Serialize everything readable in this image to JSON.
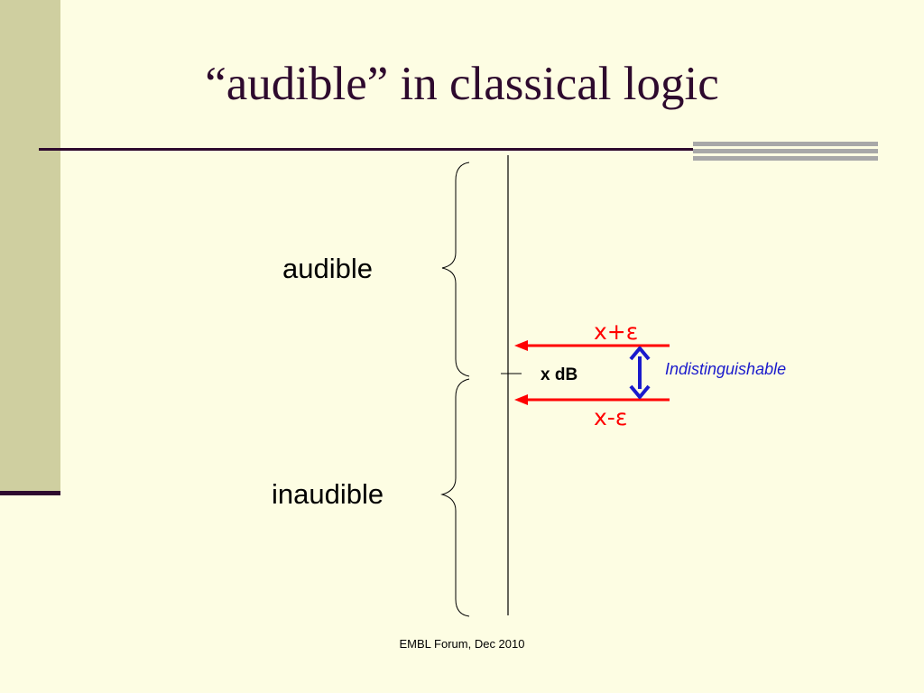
{
  "slide": {
    "title": "“audible” in classical logic",
    "footer": "EMBL Forum, Dec 2010"
  },
  "diagram": {
    "upper_region_label": "audible",
    "lower_region_label": "inaudible",
    "threshold_label": "x dB",
    "upper_bound_label": "x+ε",
    "lower_bound_label": "x-ε",
    "range_label": "Indistinguishable"
  },
  "colors": {
    "background": "#fdfde3",
    "side_band": "#cfcfa0",
    "dark_purple": "#2e0a2e",
    "bound_arrows": "#ff0000",
    "range_arrow": "#1a1acc"
  }
}
